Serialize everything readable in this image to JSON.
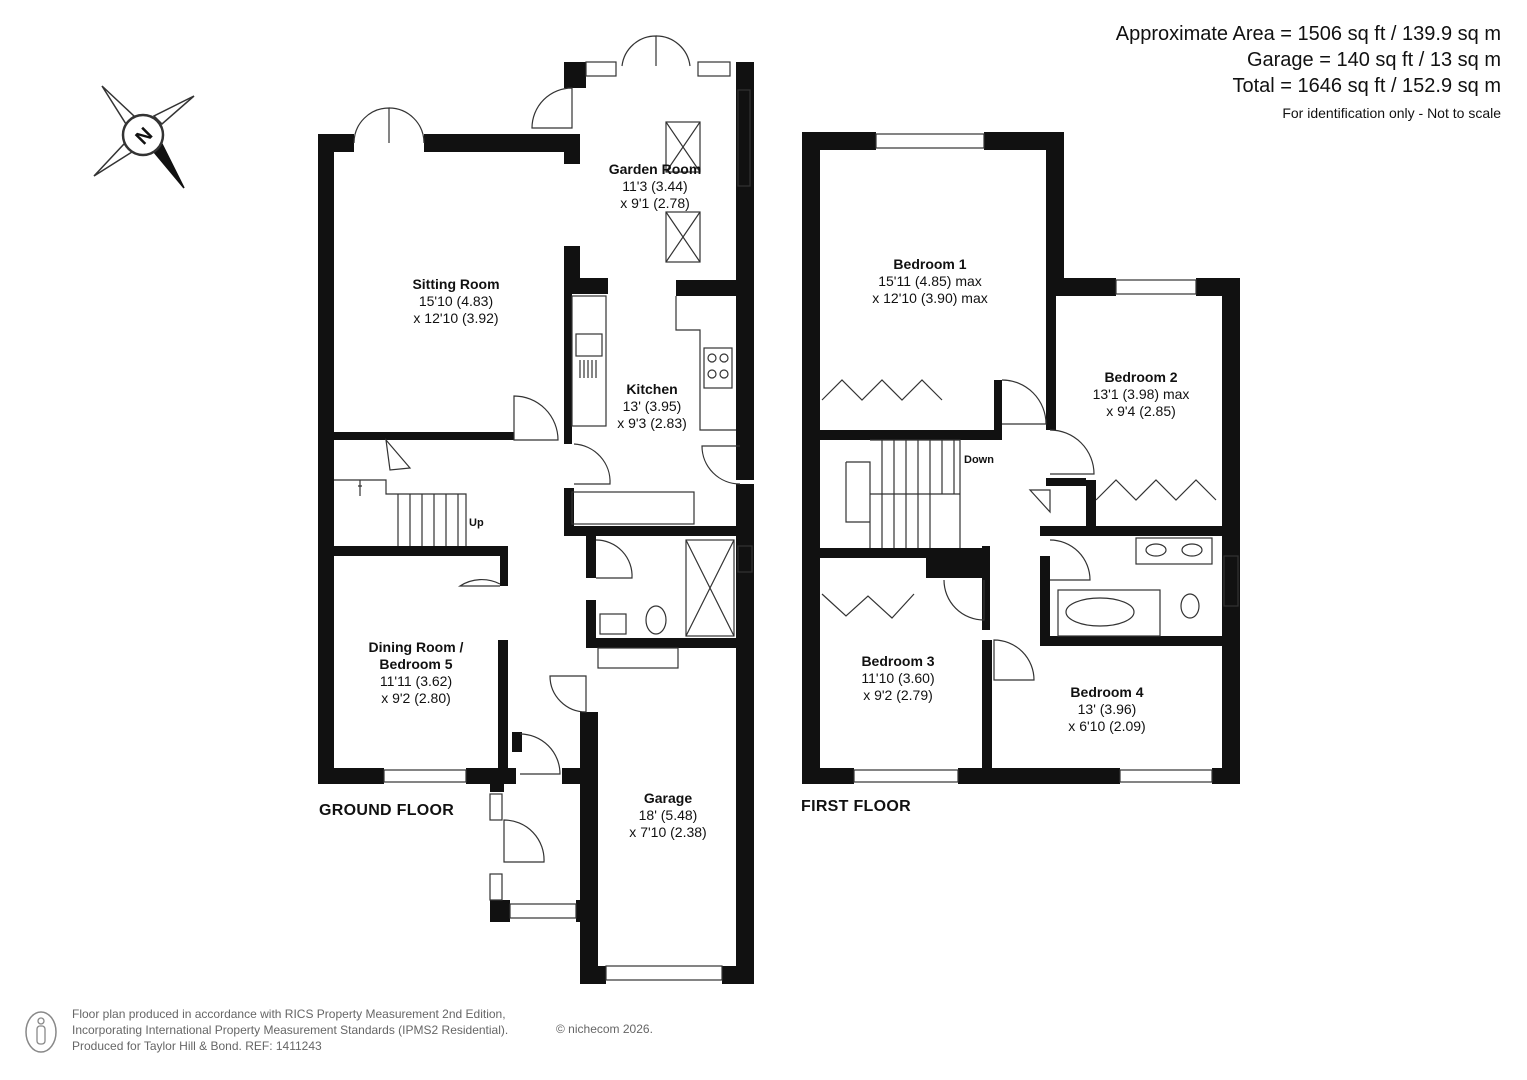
{
  "area": {
    "approximate": "Approximate Area = 1506 sq ft / 139.9 sq m",
    "garage": "Garage = 140 sq ft / 13 sq m",
    "total": "Total = 1646 sq ft / 152.9 sq m",
    "note": "For identification only - Not to scale"
  },
  "compass": {
    "label": "N",
    "icon": "north-arrow-icon"
  },
  "ground_floor": {
    "label": "GROUND FLOOR",
    "stairs_label": "Up",
    "rooms": {
      "garden_room": {
        "name": "Garden Room",
        "dim1": "11'3 (3.44)",
        "dim2": "x 9'1 (2.78)"
      },
      "sitting_room": {
        "name": "Sitting Room",
        "dim1": "15'10 (4.83)",
        "dim2": "x 12'10 (3.92)"
      },
      "kitchen": {
        "name": "Kitchen",
        "dim1": "13' (3.95)",
        "dim2": "x 9'3 (2.83)"
      },
      "dining_room": {
        "name": "Dining Room /",
        "name2": "Bedroom 5",
        "dim1": "11'11 (3.62)",
        "dim2": "x 9'2 (2.80)"
      },
      "garage": {
        "name": "Garage",
        "dim1": "18' (5.48)",
        "dim2": "x 7'10 (2.38)"
      }
    }
  },
  "first_floor": {
    "label": "FIRST FLOOR",
    "stairs_label": "Down",
    "rooms": {
      "bedroom1": {
        "name": "Bedroom 1",
        "dim1": "15'11 (4.85) max",
        "dim2": "x 12'10 (3.90) max"
      },
      "bedroom2": {
        "name": "Bedroom 2",
        "dim1": "13'1 (3.98) max",
        "dim2": "x 9'4 (2.85)"
      },
      "bedroom3": {
        "name": "Bedroom 3",
        "dim1": "11'10 (3.60)",
        "dim2": "x 9'2 (2.79)"
      },
      "bedroom4": {
        "name": "Bedroom 4",
        "dim1": "13' (3.96)",
        "dim2": "x 6'10 (2.09)"
      }
    }
  },
  "footer": {
    "line1": "Floor plan produced in accordance with RICS Property Measurement 2nd Edition,",
    "line2": "Incorporating International Property Measurement Standards (IPMS2 Residential).",
    "line3": "Produced for Taylor Hill & Bond.   REF: 1411243",
    "copyright": "© nichecom 2026."
  },
  "colors": {
    "wall": "#111111",
    "fixture": "#555555",
    "text": "#111111",
    "footer": "#666666"
  }
}
